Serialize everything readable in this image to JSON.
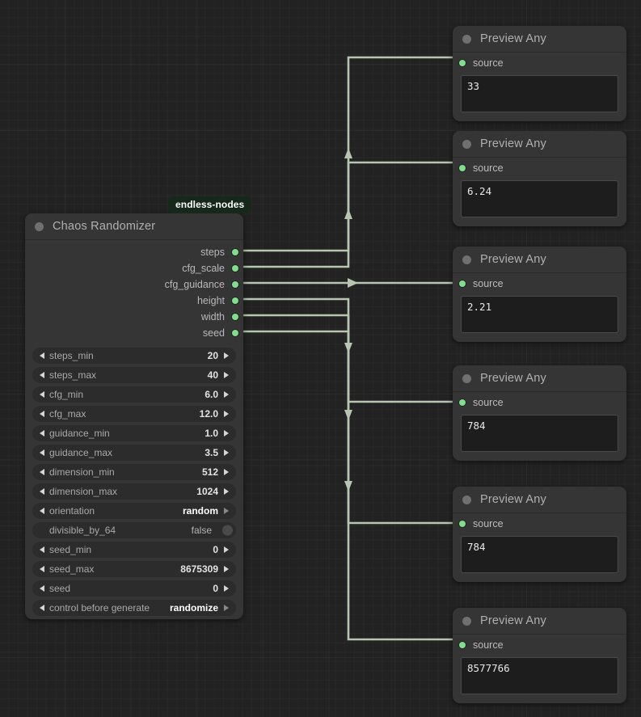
{
  "graph": {
    "badge": "endless-nodes",
    "link_color": "#b6c6b0",
    "slot_color": "#7ee08a"
  },
  "chaos_node": {
    "title": "Chaos Randomizer",
    "outputs": [
      {
        "label": "steps"
      },
      {
        "label": "cfg_scale"
      },
      {
        "label": "cfg_guidance"
      },
      {
        "label": "height"
      },
      {
        "label": "width"
      },
      {
        "label": "seed"
      }
    ],
    "widgets": [
      {
        "name": "steps_min",
        "value": "20",
        "kind": "number"
      },
      {
        "name": "steps_max",
        "value": "40",
        "kind": "number"
      },
      {
        "name": "cfg_min",
        "value": "6.0",
        "kind": "number"
      },
      {
        "name": "cfg_max",
        "value": "12.0",
        "kind": "number"
      },
      {
        "name": "guidance_min",
        "value": "1.0",
        "kind": "number"
      },
      {
        "name": "guidance_max",
        "value": "3.5",
        "kind": "number"
      },
      {
        "name": "dimension_min",
        "value": "512",
        "kind": "number"
      },
      {
        "name": "dimension_max",
        "value": "1024",
        "kind": "number"
      },
      {
        "name": "orientation",
        "value": "random",
        "kind": "combo"
      },
      {
        "name": "divisible_by_64",
        "value": "false",
        "kind": "toggle"
      },
      {
        "name": "seed_min",
        "value": "0",
        "kind": "number"
      },
      {
        "name": "seed_max",
        "value": "8675309",
        "kind": "number"
      },
      {
        "name": "seed",
        "value": "0",
        "kind": "number"
      },
      {
        "name": "control before generate",
        "value": "randomize",
        "kind": "combo"
      }
    ]
  },
  "previews": [
    {
      "title": "Preview Any",
      "slot": "source",
      "text": "33"
    },
    {
      "title": "Preview Any",
      "slot": "source",
      "text": "6.24"
    },
    {
      "title": "Preview Any",
      "slot": "source",
      "text": "2.21"
    },
    {
      "title": "Preview Any",
      "slot": "source",
      "text": "784"
    },
    {
      "title": "Preview Any",
      "slot": "source",
      "text": "784"
    },
    {
      "title": "Preview Any",
      "slot": "source",
      "text": "8577766"
    }
  ]
}
